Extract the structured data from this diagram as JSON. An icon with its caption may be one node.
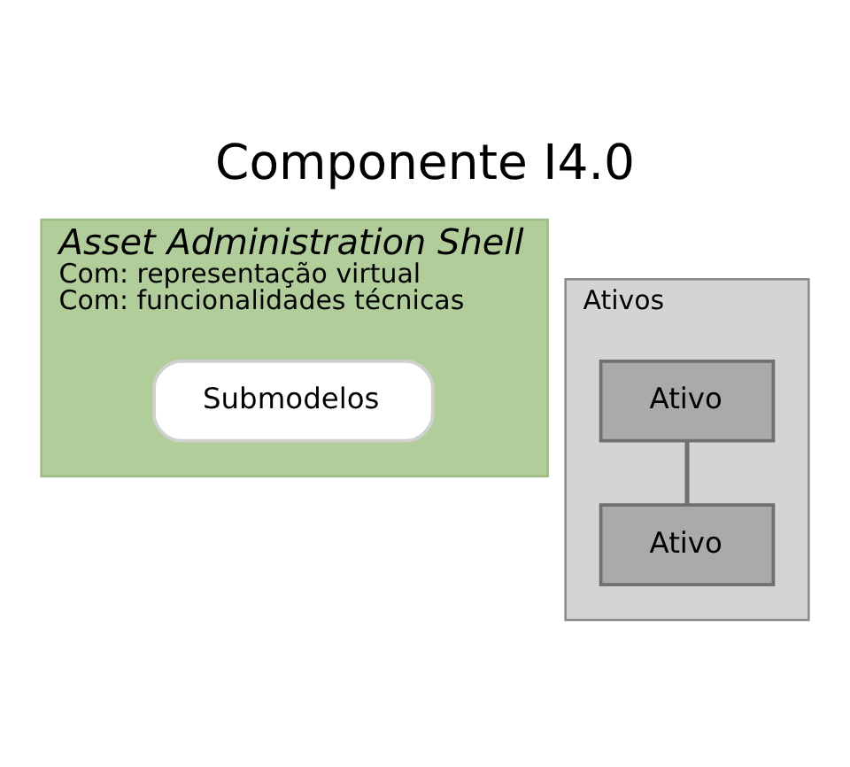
{
  "diagram": {
    "title": "Componente I4.0",
    "nodes": [
      {
        "text": [
          "Asset Administration Shell",
          "Com: representação virtual",
          "Com: funcionalidades técnicas"
        ]
      },
      {
        "text": [
          "Submodelos"
        ],
        "in": 0
      },
      {
        "text": [
          "Ativos"
        ]
      },
      {
        "text": [
          "Ativo"
        ],
        "in": 2
      },
      {
        "text": [
          "Ativo"
        ],
        "in": 2
      }
    ],
    "edges": [
      {
        "from": 3,
        "to": 4,
        "arrow": "none"
      }
    ]
  }
}
